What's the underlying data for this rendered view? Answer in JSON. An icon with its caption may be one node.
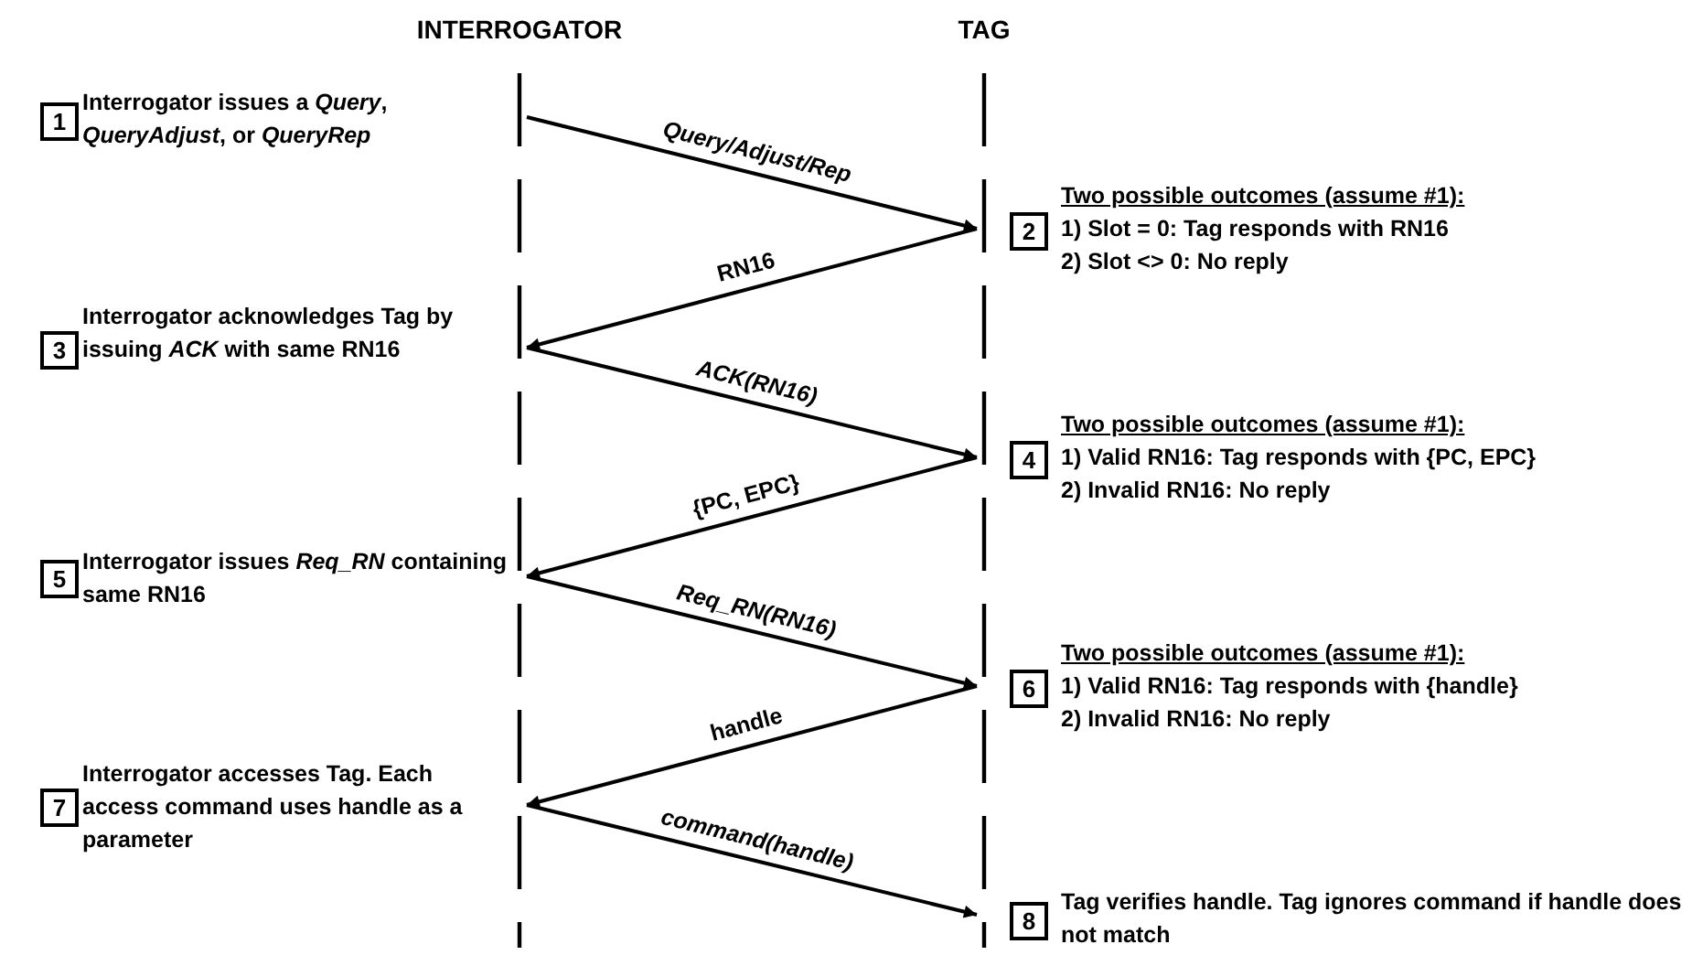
{
  "diagram": {
    "nodes": [
      {
        "text": [
          "INTERROGATOR"
        ]
      },
      {
        "text": [
          "TAG"
        ]
      },
      {
        "text": [
          "1"
        ],
        "beside": [
          "Interrogator issues a *Query*, *QueryAdjust*, or *QueryRep*"
        ]
      },
      {
        "text": [
          "2"
        ],
        "beside": [
          "Two possible outcomes (assume #1):",
          "1) Slot = 0: Tag responds with RN16",
          "2) Slot <> 0: No reply"
        ]
      },
      {
        "text": [
          "3"
        ],
        "beside": [
          "Interrogator acknowledges Tag by issuing *ACK* with same RN16"
        ]
      },
      {
        "text": [
          "4"
        ],
        "beside": [
          "Two possible outcomes (assume #1):",
          "1) Valid RN16: Tag responds with {PC, EPC}",
          "2) Invalid RN16: No reply"
        ]
      },
      {
        "text": [
          "5"
        ],
        "beside": [
          "Interrogator issues *Req_RN* containing same RN16"
        ]
      },
      {
        "text": [
          "6"
        ],
        "beside": [
          "Two possible outcomes (assume #1):",
          "1) Valid RN16: Tag responds with {handle}",
          "2) Invalid RN16: No reply"
        ]
      },
      {
        "text": [
          "7"
        ],
        "beside": [
          "Interrogator accesses Tag. Each access command uses handle as a parameter"
        ]
      },
      {
        "text": [
          "8"
        ],
        "beside": [
          "Tag verifies handle. Tag ignores command if handle does not match"
        ]
      }
    ],
    "edges": [
      {
        "from": 0,
        "to": 1,
        "arrow": "to",
        "label": "*Query/Adjust/Rep*"
      },
      {
        "from": 1,
        "to": 0,
        "arrow": "to",
        "label": "RN16"
      },
      {
        "from": 0,
        "to": 1,
        "arrow": "to",
        "label": "*ACK(RN16)*"
      },
      {
        "from": 1,
        "to": 0,
        "arrow": "to",
        "label": "{PC, EPC}"
      },
      {
        "from": 0,
        "to": 1,
        "arrow": "to",
        "label": "*Req_RN(RN16)*"
      },
      {
        "from": 1,
        "to": 0,
        "arrow": "to",
        "label": "handle"
      },
      {
        "from": 0,
        "to": 1,
        "arrow": "to",
        "label": "*command(handle)*"
      }
    ]
  }
}
